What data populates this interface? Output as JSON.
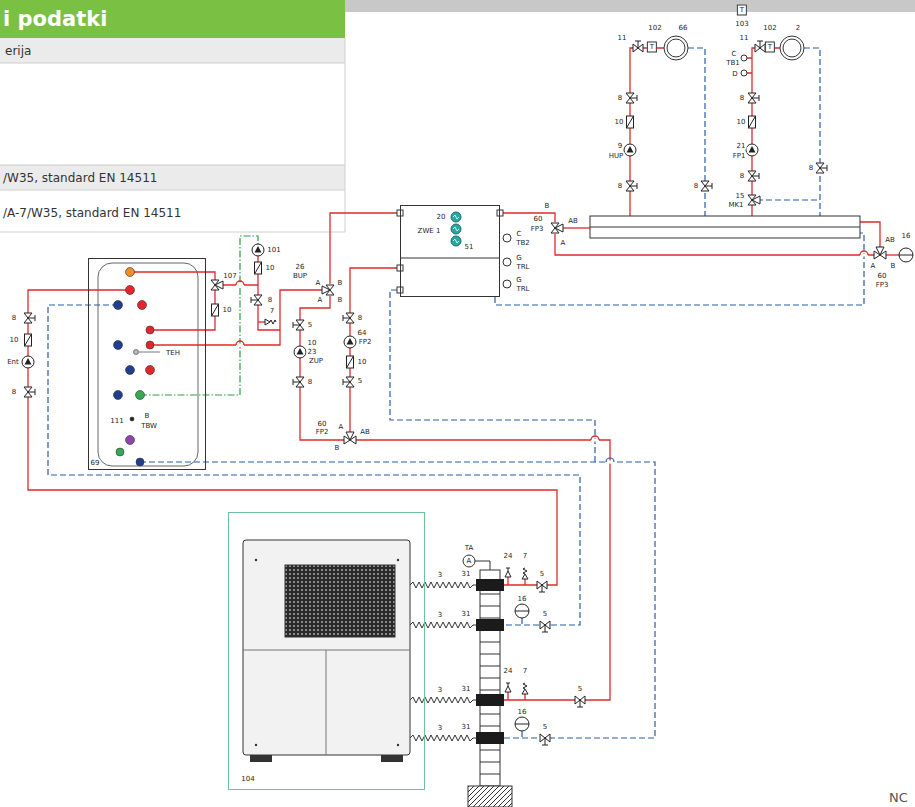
{
  "diagram": {
    "title": "i podatki",
    "nodes": [
      {
        "text": [
          "TEH",
          "111",
          "B",
          "TBW",
          "69"
        ]
      },
      {
        "text": [
          "20",
          "ZWE 1",
          "51"
        ]
      },
      {
        "text": [
          "104"
        ]
      }
    ],
    "labels": [
      "erija",
      "/W35, standard EN 14511",
      "/A-7/W35, standard EN 14511",
      "NC",
      "102",
      "66",
      "11",
      "T",
      "T",
      "103",
      "102",
      "2",
      "11",
      "T",
      "C",
      "TB1",
      "D",
      "8",
      "10",
      "9",
      "HUP",
      "8",
      "8",
      "8",
      "10",
      "21",
      "FP1",
      "8",
      "15",
      "MK1",
      "8",
      "60",
      "FP3",
      "B",
      "AB",
      "A",
      "16",
      "AB",
      "A",
      "B",
      "60",
      "FP3",
      "C",
      "TB2",
      "G",
      "TRL",
      "G",
      "TRL",
      "26",
      "BUP",
      "A",
      "B",
      "A",
      "B",
      "5",
      "10",
      "23",
      "ZUP",
      "8",
      "8",
      "64",
      "FP2",
      "10",
      "5",
      "60",
      "FP2",
      "A",
      "AB",
      "B",
      "8",
      "10",
      "Ent",
      "8",
      "107",
      "10",
      "101",
      "10",
      "8",
      "7",
      "TA",
      "A",
      "24",
      "7",
      "5",
      "3",
      "31",
      "16",
      "5",
      "3",
      "31",
      "24",
      "7",
      "5",
      "3",
      "31",
      "16",
      "5",
      "3",
      "31"
    ]
  }
}
